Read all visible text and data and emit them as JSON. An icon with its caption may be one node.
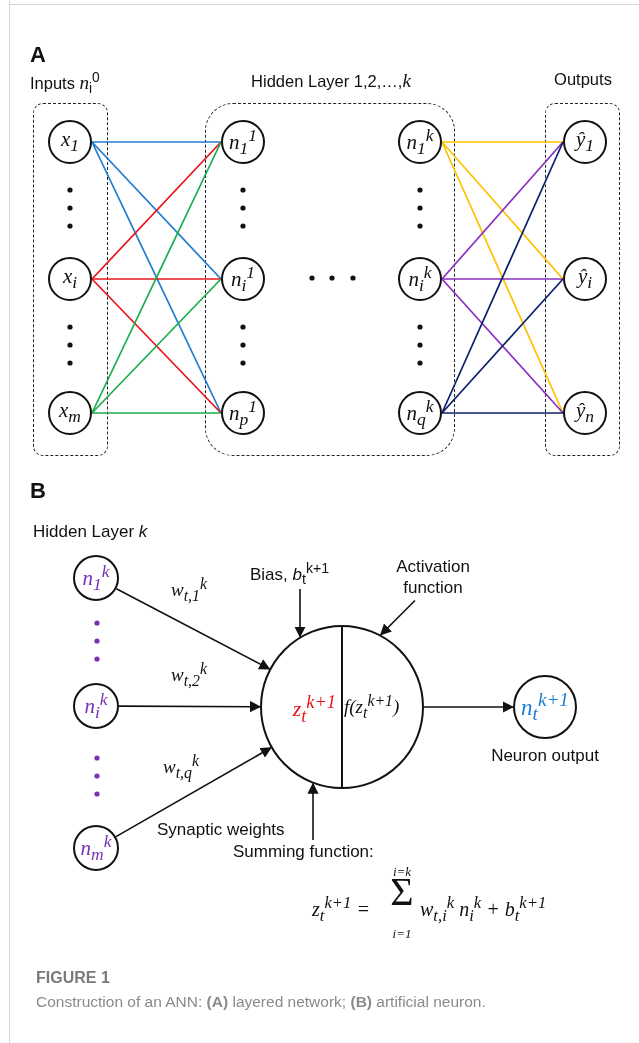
{
  "diagram": {
    "caption": "Construction of an ANN: **(A)** layered network; **(B)** artificial neuron.",
    "nodes": [
      {
        "text": [
          "Inputs *n*$_{i}$$^{0}$"
        ]
      },
      {
        "text": [
          "x$_{1}$"
        ],
        "in": 0
      },
      {
        "text": [
          "x$_{i}$"
        ],
        "in": 0
      },
      {
        "text": [
          "x$_{m}$"
        ],
        "in": 0
      },
      {
        "text": [
          "Hidden Layer 1,2,…,*k*"
        ]
      },
      {
        "text": [
          "n$_{1}$$^{1}$"
        ],
        "in": 4
      },
      {
        "text": [
          "n$_{i}$$^{1}$"
        ],
        "in": 4
      },
      {
        "text": [
          "n$_{p}$$^{1}$"
        ],
        "in": 4
      },
      {
        "text": [
          "n$_{1}$$^{k}$"
        ],
        "in": 4
      },
      {
        "text": [
          "n$_{i}$$^{k}$"
        ],
        "in": 4
      },
      {
        "text": [
          "n$_{q}$$^{k}$"
        ],
        "in": 4
      },
      {
        "text": [
          "Outputs"
        ]
      },
      {
        "text": [
          "ŷ$_{1}$"
        ],
        "in": 11
      },
      {
        "text": [
          "ŷ$_{i}$"
        ],
        "in": 11
      },
      {
        "text": [
          "ŷ$_{n}$"
        ],
        "in": 11
      },
      {
        "text": [
          "n$_{1}$$^{k}$"
        ]
      },
      {
        "text": [
          "n$_{i}$$^{k}$"
        ]
      },
      {
        "text": [
          "n$_{m}$$^{k}$"
        ]
      },
      {
        "text": [
          "z$_{t}$$^{k+1}$",
          "f(z$_{t}$$^{k+1}$)"
        ]
      },
      {
        "text": [
          "n$_{t}$$^{k+1}$"
        ],
        "beside": [
          "Neuron output"
        ]
      },
      {
        "text": [
          "Bias, *b*$_{t}$$^{k+1}$"
        ]
      },
      {
        "text": [
          "Activation function"
        ]
      },
      {
        "text": [
          "Summing function:"
        ]
      }
    ],
    "edges": [
      {
        "from": 1,
        "to": 5,
        "arrow": "none",
        "color": "#1f7bd0"
      },
      {
        "from": 1,
        "to": 6,
        "arrow": "none",
        "color": "#1f7bd0"
      },
      {
        "from": 1,
        "to": 7,
        "arrow": "none",
        "color": "#1f7bd0"
      },
      {
        "from": 2,
        "to": 5,
        "arrow": "none",
        "color": "#e8141b"
      },
      {
        "from": 2,
        "to": 6,
        "arrow": "none",
        "color": "#e8141b"
      },
      {
        "from": 2,
        "to": 7,
        "arrow": "none",
        "color": "#e8141b"
      },
      {
        "from": 3,
        "to": 5,
        "arrow": "none",
        "color": "#1aad4b"
      },
      {
        "from": 3,
        "to": 6,
        "arrow": "none",
        "color": "#1aad4b"
      },
      {
        "from": 3,
        "to": 7,
        "arrow": "none",
        "color": "#1aad4b"
      },
      {
        "from": 8,
        "to": 12,
        "arrow": "none",
        "color": "#ffc000"
      },
      {
        "from": 8,
        "to": 13,
        "arrow": "none",
        "color": "#ffc000"
      },
      {
        "from": 8,
        "to": 14,
        "arrow": "none",
        "color": "#ffc000"
      },
      {
        "from": 9,
        "to": 12,
        "arrow": "none",
        "color": "#8a2ec0"
      },
      {
        "from": 9,
        "to": 13,
        "arrow": "none",
        "color": "#8a2ec0"
      },
      {
        "from": 9,
        "to": 14,
        "arrow": "none",
        "color": "#8a2ec0"
      },
      {
        "from": 10,
        "to": 12,
        "arrow": "none",
        "color": "#0b1f6b"
      },
      {
        "from": 10,
        "to": 13,
        "arrow": "none",
        "color": "#0b1f6b"
      },
      {
        "from": 10,
        "to": 14,
        "arrow": "none",
        "color": "#0b1f6b"
      },
      {
        "from": 15,
        "to": 18,
        "arrow": "to",
        "label": "w$_{t,1}$$^{k}$"
      },
      {
        "from": 16,
        "to": 18,
        "arrow": "to",
        "label": "w$_{t,2}$$^{k}$"
      },
      {
        "from": 17,
        "to": 18,
        "arrow": "to",
        "label": "w$_{t,q}$$^{k}$"
      },
      {
        "from": 18,
        "to": 19,
        "arrow": "to"
      },
      {
        "from": 20,
        "to": 18,
        "arrow": "to"
      },
      {
        "from": 21,
        "to": 18,
        "arrow": "to"
      },
      {
        "from": 22,
        "to": 18,
        "arrow": "to"
      }
    ],
    "labels": [
      "A",
      "B",
      "Hidden Layer *k*",
      "Synaptic weights",
      "z$_{t}$$^{k+1}$ =",
      "i=k",
      "Σ",
      "i=1",
      "w$_{t,i}$$^{k}$ n$_{i}$$^{k}$ + b$_{t}$$^{k+1}$",
      "FIGURE 1"
    ]
  }
}
